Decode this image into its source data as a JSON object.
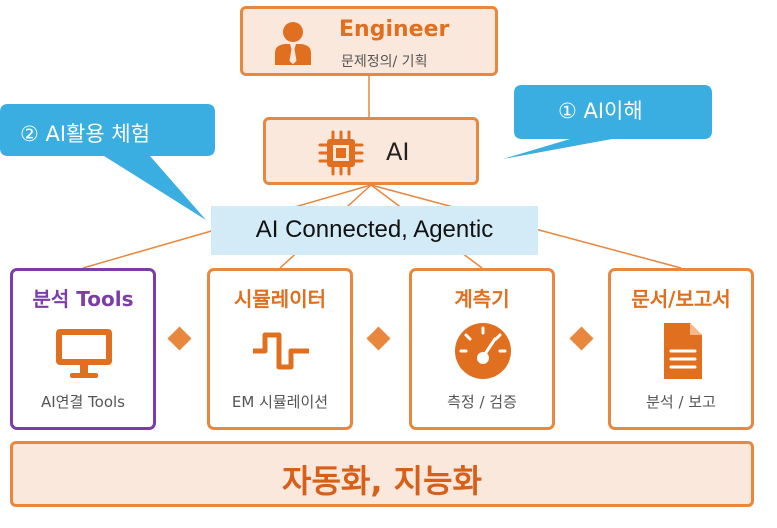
{
  "engineer": {
    "title": "Engineer",
    "subtitle": "문제정의/ 기획",
    "icon": "person-icon"
  },
  "ai": {
    "label": "AI",
    "icon": "chip-icon"
  },
  "callouts": {
    "left": "② AI활용 체험",
    "right": "① AI이해",
    "color": "#3aaee0"
  },
  "banner": {
    "text": "AI Connected, Agentic"
  },
  "tools": [
    {
      "title": "분석 Tools",
      "subtitle": "AI연결 Tools",
      "icon": "monitor-icon"
    },
    {
      "title": "시뮬레이터",
      "subtitle": "EM 시뮬레이션",
      "icon": "waveform-icon"
    },
    {
      "title": "계측기",
      "subtitle": "측정 / 검증",
      "icon": "gauge-icon"
    },
    {
      "title": "문서/보고서",
      "subtitle": "분석 / 보고",
      "icon": "document-icon"
    }
  ],
  "bottom": {
    "text": "자동화, 지능화"
  },
  "colors": {
    "accent": "#e8873e",
    "fill": "#fbe8dc",
    "purple": "#7d3da8",
    "banner": "#d3ebf6"
  }
}
